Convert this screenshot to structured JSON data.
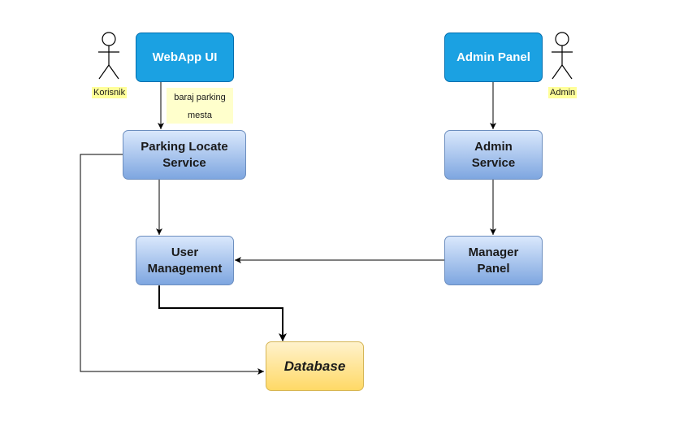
{
  "nodes": {
    "webapp_ui": "WebApp UI",
    "admin_panel": "Admin Panel",
    "parking_locate_service": "Parking Locate Service",
    "admin_service": "Admin Service",
    "user_management": "User Management",
    "manager_panel": "Manager Panel",
    "database": "Database"
  },
  "actors": {
    "user": "Korisnik",
    "admin": "Admin"
  },
  "edge_labels": {
    "search_parking": "baraj parking mesta"
  },
  "colors": {
    "ui_fill": "#1ba1e2",
    "service_gradient_top": "#dae8fc",
    "service_gradient_bottom": "#7ea6e0",
    "database_gradient_top": "#fff2cc",
    "database_gradient_bottom": "#ffd966",
    "actor_label_bg": "#ffff99"
  }
}
